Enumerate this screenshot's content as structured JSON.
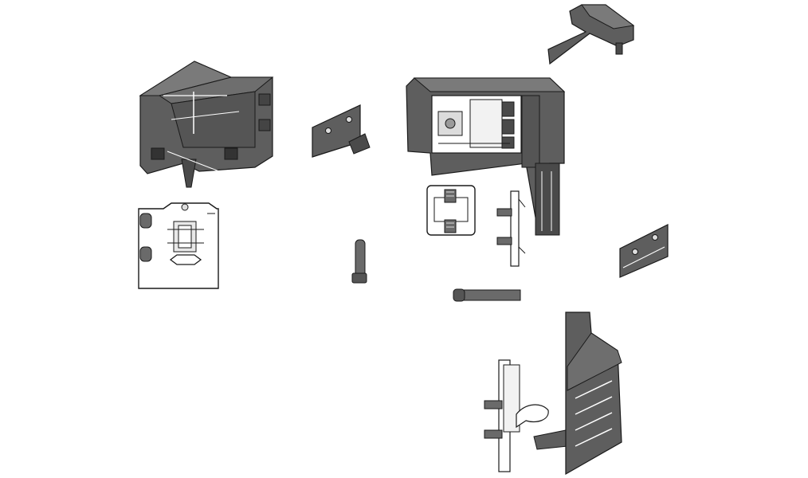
{
  "diagram": {
    "colors": {
      "background": "#ffffff",
      "body_fill": "#5e5e5e",
      "body_light": "#7a7a7a",
      "body_dark": "#3d3d3d",
      "outline": "#1a1a1a",
      "plate_fill": "#ffffff",
      "screw_fill": "#6a6a6a"
    },
    "parts": [
      {
        "name": "rear-corner-housing-left"
      },
      {
        "name": "front-fixing-bracket-plate"
      },
      {
        "name": "mounting-clip-small"
      },
      {
        "name": "rear-corner-housing-right"
      },
      {
        "name": "adapter-cap-top"
      },
      {
        "name": "bracket-plate-with-screws"
      },
      {
        "name": "screw-pair-vertical-strip"
      },
      {
        "name": "dowel-pin-vertical"
      },
      {
        "name": "dowel-pin-horizontal"
      },
      {
        "name": "angled-clip-small-right"
      },
      {
        "name": "front-connector-with-screws"
      },
      {
        "name": "side-panel-profile"
      }
    ]
  }
}
